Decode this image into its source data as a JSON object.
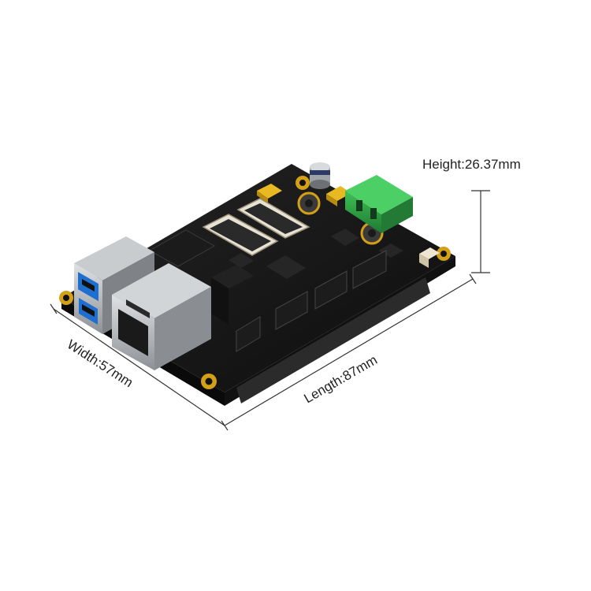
{
  "dimensions": {
    "height_label": "Height:26.37mm",
    "width_label": "Width:57mm",
    "length_label": "Length:87mm"
  },
  "colors": {
    "board": "#141414",
    "board_edge": "#0a0a0a",
    "gold": "#d4a017",
    "terminal_green": "#2f9e44",
    "usb_blue": "#1f6fd1",
    "metal": "#b9bcc0",
    "line": "#333333"
  }
}
